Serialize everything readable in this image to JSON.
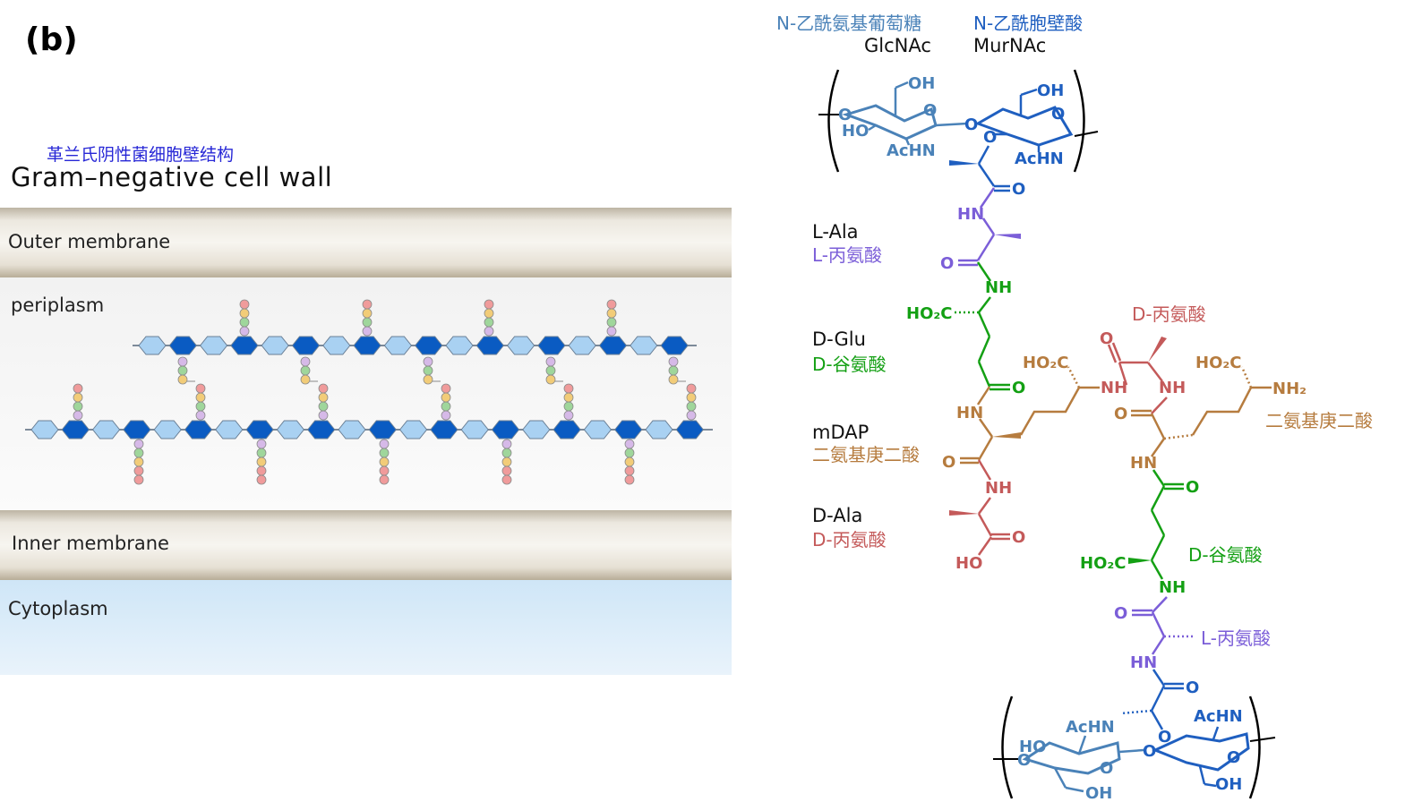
{
  "panel_label": "(b)",
  "left": {
    "title_cn": "革兰氏阴性菌细胞壁结构",
    "title_en": "Gram–negative cell wall",
    "layers": {
      "outer_membrane": "Outer membrane",
      "periplasm": "periplasm",
      "inner_membrane": "Inner membrane",
      "cytoplasm": "Cytoplasm"
    }
  },
  "right": {
    "glcnac_cn": "N-乙酰氨基葡萄糖",
    "glcnac_en": "GlcNAc",
    "murnac_cn": "N-乙酰胞壁酸",
    "murnac_en": "MurNAc",
    "l_ala_en": "L-Ala",
    "l_ala_cn": "L-丙氨酸",
    "d_glu_en": "D-Glu",
    "d_glu_cn": "D-谷氨酸",
    "mdap_en": "mDAP",
    "mdap_cn": "二氨基庚二酸",
    "d_ala_en": "D-Ala",
    "d_ala_cn": "D-丙氨酸",
    "d_ala_cn_2": "D-丙氨酸",
    "mdap_cn_2": "二氨基庚二酸",
    "d_glu_cn_2": "D-谷氨酸",
    "l_ala_cn_2": "L-丙氨酸",
    "atoms": {
      "oh": "OH",
      "o": "O",
      "ho": "HO",
      "achn": "AcHN",
      "nh": "NH",
      "hn": "HN",
      "ho2c": "HO₂C",
      "nh2": "NH₂"
    }
  },
  "colors": {
    "glcnac": "#4a82b8",
    "murnac": "#1f5fc0",
    "l_ala": "#7b5ed8",
    "d_glu": "#14a014",
    "mdap": "#b67c3f",
    "d_ala": "#c45a5a"
  }
}
